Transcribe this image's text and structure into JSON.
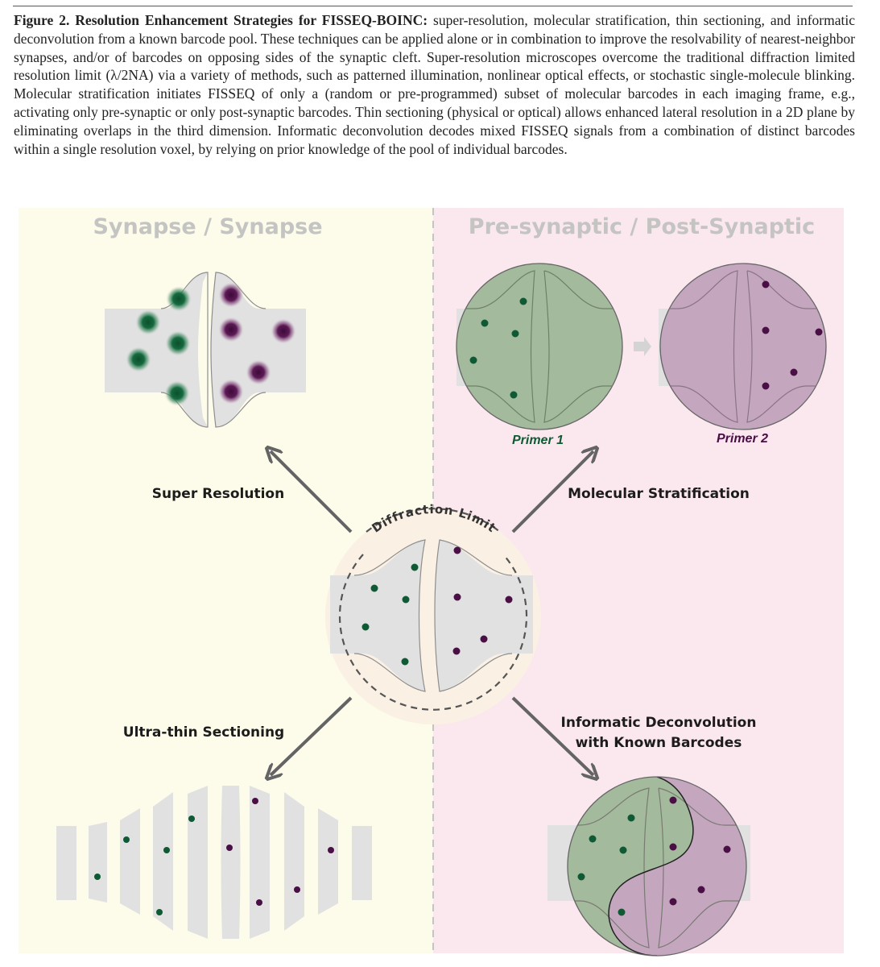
{
  "caption": {
    "title": "Figure 2. Resolution Enhancement Strategies for FISSEQ-BOINC:",
    "body": " super-resolution, molecular stratification, thin sectioning, and informatic deconvolution from a known barcode pool. These techniques can be applied alone or in combination to improve the resolvability of nearest-neighbor synapses, and/or of barcodes on opposing sides of the synaptic cleft. Super-resolution microscopes overcome the traditional diffraction limited resolution limit (λ/2NA) via a variety of methods, such as patterned illumination, nonlinear optical effects, or stochastic single-molecule blinking. Molecular stratification initiates FISSEQ of only a (random or pre-programmed) subset of molecular barcodes in each imaging frame, e.g., activating only pre-synaptic or only post-synaptic barcodes. Thin sectioning (physical or optical) allows enhanced lateral resolution in a 2D plane by eliminating overlaps in the third dimension. Informatic deconvolution decodes mixed FISSEQ signals from a combination of distinct barcodes within a single resolution voxel, by relying on prior knowledge of the pool of individual barcodes."
  },
  "figure": {
    "left_panel_title": "Synapse / Synapse",
    "right_panel_title": "Pre-synaptic / Post-Synaptic",
    "center_label": "Diffraction Limit",
    "strategies": {
      "super_resolution": "Super Resolution",
      "molecular_stratification": "Molecular Stratification",
      "ultra_thin_sectioning": "Ultra-thin Sectioning",
      "deconvolution_line1": "Informatic Deconvolution",
      "deconvolution_line2": "with Known Barcodes"
    },
    "primer_1": "Primer 1",
    "primer_2": "Primer 2"
  },
  "colors": {
    "left_bg": "#fdfbe9",
    "right_bg": "#fbe8ee",
    "synapse_fill": "#e1e1e1",
    "pre_barcode": "#0f5a35",
    "post_barcode": "#4a0f45",
    "green_circle": "#a3bb9c",
    "purple_circle": "#c4a7bf",
    "arrow": "#646464"
  }
}
